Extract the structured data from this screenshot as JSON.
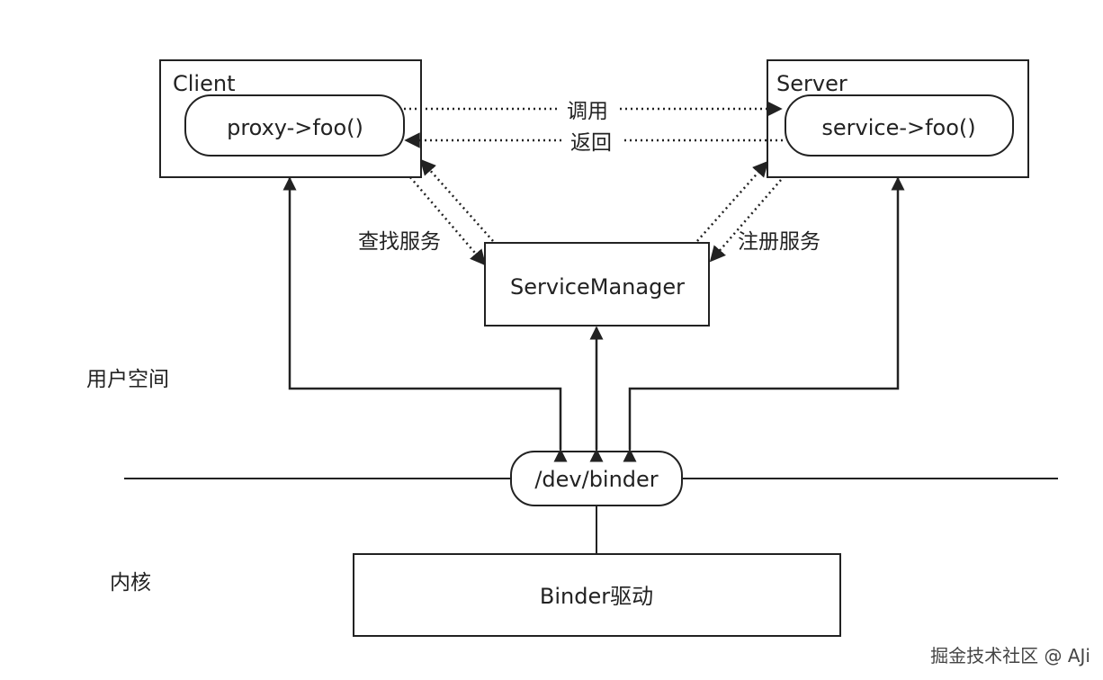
{
  "client": {
    "title": "Client",
    "call": "proxy->foo()"
  },
  "server": {
    "title": "Server",
    "call": "service->foo()"
  },
  "service_manager": {
    "label": "ServiceManager"
  },
  "binder_node": {
    "label": "/dev/binder"
  },
  "binder_driver": {
    "label": "Binder驱动"
  },
  "edges": {
    "invoke": "调用",
    "return": "返回",
    "lookup_service": "查找服务",
    "register_service": "注册服务"
  },
  "regions": {
    "user_space": "用户空间",
    "kernel": "内核"
  },
  "watermark": "掘金技术社区 @ AJi",
  "colors": {
    "stroke": "#222222",
    "background": "#ffffff"
  }
}
